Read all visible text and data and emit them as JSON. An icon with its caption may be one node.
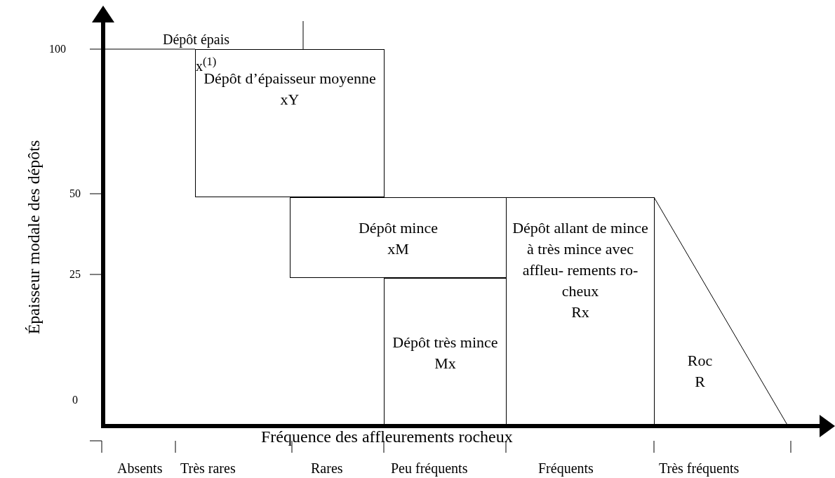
{
  "diagram": {
    "nodes": [
      {
        "text": [
          "Dépôt d’épaisseur moyenne",
          "xY"
        ]
      },
      {
        "text": [
          "Dépôt mince",
          "xM"
        ]
      },
      {
        "text": [
          "Dépôt très mince",
          "Mx"
        ]
      },
      {
        "text": [
          "Dépôt allant de mince à très mince avec affleu- rements ro- cheux",
          "Rx"
        ]
      },
      {
        "text": [
          "Roc",
          "R"
        ]
      }
    ],
    "labels": [
      "Dépôt épais",
      "100",
      "x$^{(1)}$",
      "50",
      "25",
      "0",
      "Épaisseur modale des dépôts",
      "Fréquence des affleurements rocheux",
      "Absents",
      "Très rares",
      "Rares",
      "Peu fréquents",
      "Fréquents",
      "Très fréquents"
    ]
  }
}
